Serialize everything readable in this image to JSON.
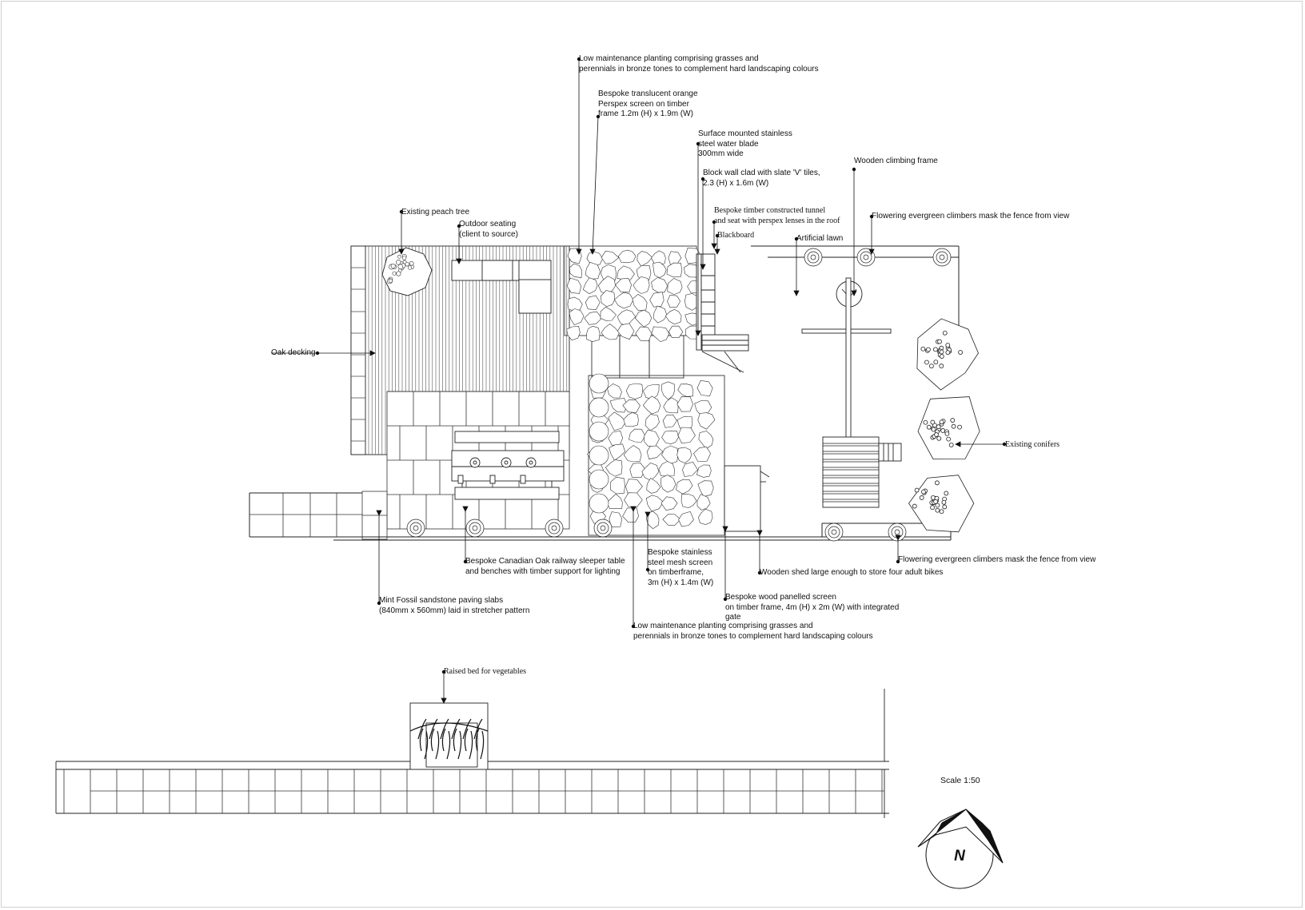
{
  "labels": {
    "low_planting_top": "Low maintenance planting comprising grasses and\nperennials in bronze tones to complement hard landscaping colours",
    "orange_screen": "Bespoke translucent orange\nPerspex screen on timber\nframe 1.2m (H) x 1.9m (W)",
    "water_blade": "Surface mounted stainless\nsteel water blade\n300mm wide",
    "block_wall": "Block wall clad with slate 'V' tiles,\n2.3 (H) x 1.6m (W)",
    "tunnel": "Bespoke timber constructed tunnel\nand seat with perspex lenses in the roof",
    "blackboard": "Blackboard",
    "artificial_lawn": "Artificial lawn",
    "climbing_frame": "Wooden climbing frame",
    "climbers_top": "Flowering evergreen climbers mask the fence from view",
    "peach_tree": "Existing peach tree",
    "outdoor_seating": "Outdoor seating\n(client to source)",
    "oak_decking": "Oak decking",
    "conifers": "Existing conifers",
    "climbers_bottom": "Flowering evergreen climbers mask the fence from view",
    "mesh_screen": "Bespoke stainless\nsteel mesh screen\non timberframe,\n3m (H) x 1.4m (W)",
    "shed": "Wooden shed large enough to store four adult bikes",
    "sleeper_table": "Bespoke Canadian Oak railway sleeper table\nand benches with timber support for lighting",
    "paving": "Mint Fossil sandstone paving slabs\n(840mm x 560mm) laid in stretcher pattern",
    "wood_screen": "Bespoke wood panelled screen\non timber frame, 4m (H) x 2m (W) with integrated\ngate",
    "low_planting_bottom": "Low maintenance planting comprising grasses and\nperennials in bronze tones to complement hard landscaping colours",
    "raised_bed": "Raised bed for vegetables"
  },
  "scale": "Scale 1:50",
  "north": "N"
}
